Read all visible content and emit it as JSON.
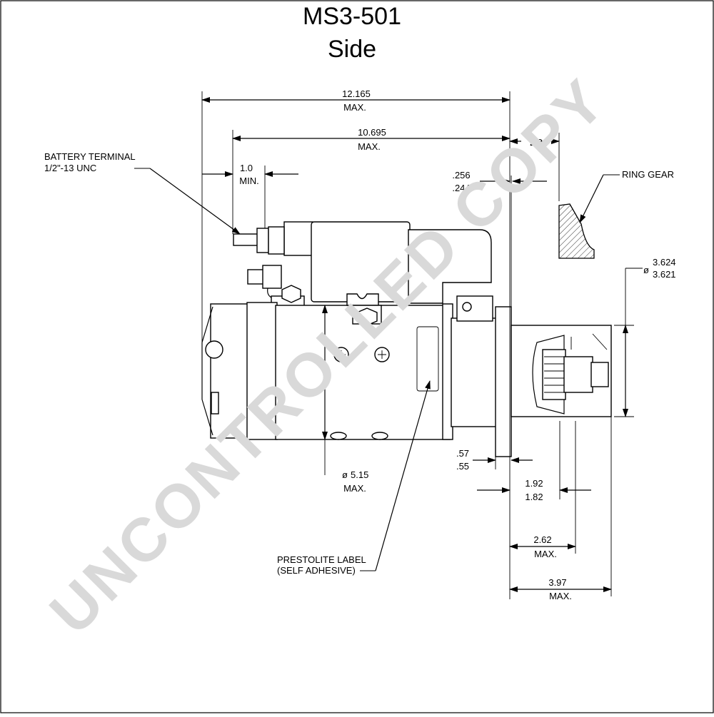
{
  "title": {
    "model": "MS3-501",
    "view": "Side"
  },
  "watermark": "UNCONTROLLED COPY",
  "colors": {
    "line": "#000000",
    "watermark": "#d9d9d9",
    "background": "#ffffff"
  },
  "callouts": {
    "battery_terminal": {
      "line1": "BATTERY TERMINAL",
      "line2": "1/2\"-13 UNC"
    },
    "ring_gear": "RING GEAR",
    "label": {
      "line1": "PRESTOLITE LABEL",
      "line2": "(SELF ADHESIVE)"
    }
  },
  "dimensions": {
    "overall_length": {
      "value": "12.165",
      "note": "MAX."
    },
    "body_length": {
      "value": "10.695",
      "note": "MAX."
    },
    "terminal_clearance": {
      "value": "1.0",
      "note": "MIN."
    },
    "gear_gap": {
      "value": "2.0"
    },
    "flange_thickness": {
      "upper": ".256",
      "lower": ".244"
    },
    "pilot_diameter": {
      "upper": "3.624",
      "lower": "3.621"
    },
    "body_diameter": {
      "value": "5.15",
      "note": "MAX."
    },
    "flange_offset": {
      "upper": ".57",
      "lower": ".55"
    },
    "pinion_offset": {
      "upper": "1.92",
      "lower": "1.82"
    },
    "nose_length": {
      "value": "2.62",
      "note": "MAX."
    },
    "pinion_travel": {
      "value": "3.97",
      "note": "MAX."
    }
  }
}
